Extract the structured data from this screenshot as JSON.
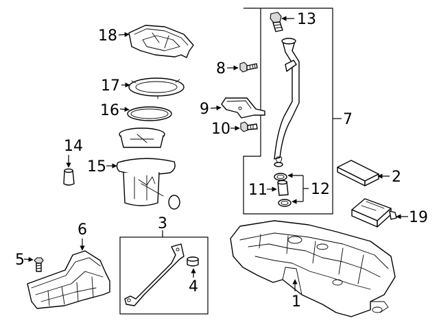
{
  "callouts": {
    "c1": "1",
    "c2": "2",
    "c3": "3",
    "c4": "4",
    "c5": "5",
    "c6": "6",
    "c7": "7",
    "c8": "8",
    "c9": "9",
    "c10": "10",
    "c11": "11",
    "c12": "12",
    "c13": "13",
    "c14": "14",
    "c15": "15",
    "c16": "16",
    "c17": "17",
    "c18": "18",
    "c19": "19"
  },
  "parts": [
    {
      "callout": "1",
      "icon": "fuel-tank-icon"
    },
    {
      "callout": "2",
      "icon": "protective-pad-icon"
    },
    {
      "callout": "3",
      "icon": "tank-strap-icon"
    },
    {
      "callout": "4",
      "icon": "strap-insulator-icon"
    },
    {
      "callout": "5",
      "icon": "bolt-icon"
    },
    {
      "callout": "6",
      "icon": "heat-shield-icon"
    },
    {
      "callout": "7",
      "icon": "filler-pipe-icon"
    },
    {
      "callout": "8",
      "icon": "bolt-icon"
    },
    {
      "callout": "9",
      "icon": "bracket-icon"
    },
    {
      "callout": "10",
      "icon": "bolt-icon"
    },
    {
      "callout": "11",
      "icon": "hose-icon"
    },
    {
      "callout": "12",
      "icon": "hose-clamp-icon"
    },
    {
      "callout": "13",
      "icon": "filler-neck-valve-icon"
    },
    {
      "callout": "14",
      "icon": "check-valve-icon"
    },
    {
      "callout": "15",
      "icon": "fuel-pump-module-icon"
    },
    {
      "callout": "16",
      "icon": "seal-ring-icon"
    },
    {
      "callout": "17",
      "icon": "lock-ring-icon"
    },
    {
      "callout": "18",
      "icon": "pump-cover-icon"
    },
    {
      "callout": "19",
      "icon": "control-module-icon"
    }
  ]
}
